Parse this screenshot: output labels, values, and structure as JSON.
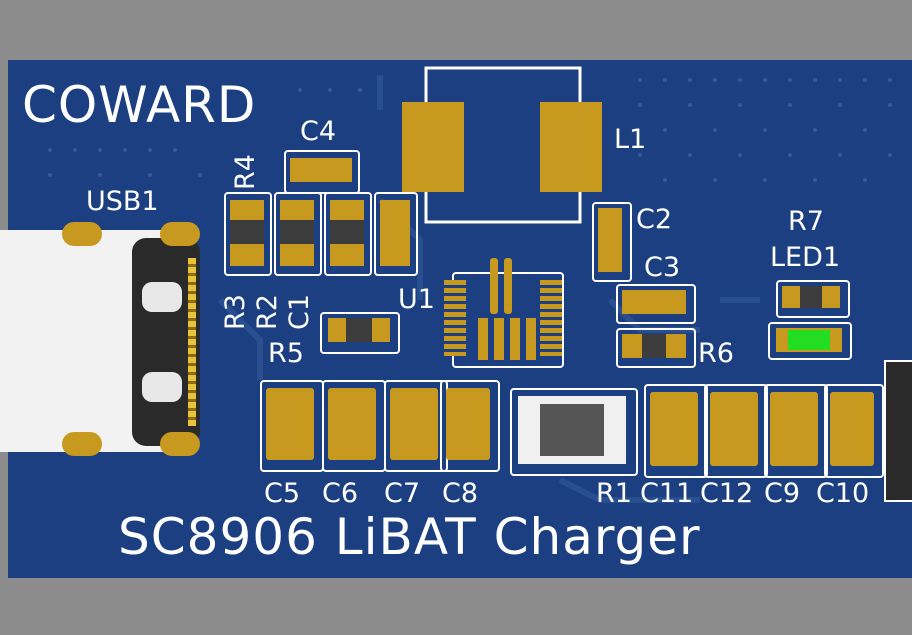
{
  "board": {
    "brand": "COWARD",
    "title": "SC8906 LiBAT Charger"
  },
  "labels": {
    "usb": "USB1",
    "c4": "C4",
    "r4": "R4",
    "r3": "R3",
    "r2": "R2",
    "c1": "C1",
    "r5": "R5",
    "u1": "U1",
    "l1": "L1",
    "c2": "C2",
    "c3": "C3",
    "r6": "R6",
    "r7": "R7",
    "led1": "LED1",
    "c5": "C5",
    "c6": "C6",
    "c7": "C7",
    "c8": "C8",
    "r1": "R1",
    "c11": "C11",
    "c12": "C12",
    "c9": "C9",
    "c10": "C10"
  },
  "colors": {
    "background": "#8c8c8c",
    "board": "#1b3f80",
    "pad": "#c79a1f",
    "silkscreen": "#ffffff",
    "led": "#22dd22"
  }
}
